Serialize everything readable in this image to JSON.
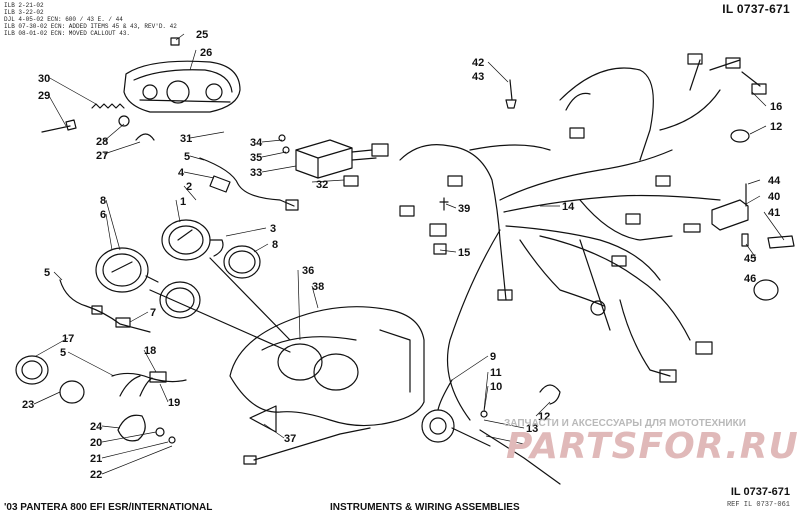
{
  "header": {
    "revisions": [
      "ILB 2-21-02",
      "ILB 3-22-02",
      "DJL 4-05-02 ECN: 600 / 43 E. / 44",
      "ILB 07-30-02 ECN: ADDED ITEMS 45 & 43, REV'D. 42",
      "ILB 08-01-02 ECN: MOVED CALLOUT 43."
    ],
    "illustration_number": "IL 0737-671"
  },
  "footer": {
    "model": "'03 PANTERA 800 EFI ESR/INTERNATIONAL",
    "title": "INSTRUMENTS & WIRING ASSEMBLIES",
    "illustration_number": "IL 0737-671",
    "reference": "REF IL 0737-061"
  },
  "watermark": {
    "text": "ЗАПЧАСТИ И АКСЕССУАРЫ ДЛЯ МОТОТЕХНИКИ",
    "logo": "PARTSFOR.RU"
  },
  "colors": {
    "line": "#111111",
    "watermark": "#b9b9b9",
    "logo": "#e0b9b9"
  },
  "callouts": [
    {
      "label": "25"
    },
    {
      "label": "26"
    },
    {
      "label": "30"
    },
    {
      "label": "29"
    },
    {
      "label": "28"
    },
    {
      "label": "27"
    },
    {
      "label": "31"
    },
    {
      "label": "5"
    },
    {
      "label": "4"
    },
    {
      "label": "34"
    },
    {
      "label": "35"
    },
    {
      "label": "33"
    },
    {
      "label": "32"
    },
    {
      "label": "2"
    },
    {
      "label": "1"
    },
    {
      "label": "8"
    },
    {
      "label": "6"
    },
    {
      "label": "3"
    },
    {
      "label": "8"
    },
    {
      "label": "5"
    },
    {
      "label": "7"
    },
    {
      "label": "17"
    },
    {
      "label": "5"
    },
    {
      "label": "18"
    },
    {
      "label": "19"
    },
    {
      "label": "23"
    },
    {
      "label": "24"
    },
    {
      "label": "20"
    },
    {
      "label": "21"
    },
    {
      "label": "22"
    },
    {
      "label": "36"
    },
    {
      "label": "38"
    },
    {
      "label": "37"
    },
    {
      "label": "42"
    },
    {
      "label": "43"
    },
    {
      "label": "39"
    },
    {
      "label": "15"
    },
    {
      "label": "14"
    },
    {
      "label": "16"
    },
    {
      "label": "12"
    },
    {
      "label": "44"
    },
    {
      "label": "40"
    },
    {
      "label": "41"
    },
    {
      "label": "45"
    },
    {
      "label": "46"
    },
    {
      "label": "9"
    },
    {
      "label": "11"
    },
    {
      "label": "10"
    },
    {
      "label": "12"
    },
    {
      "label": "13"
    }
  ]
}
